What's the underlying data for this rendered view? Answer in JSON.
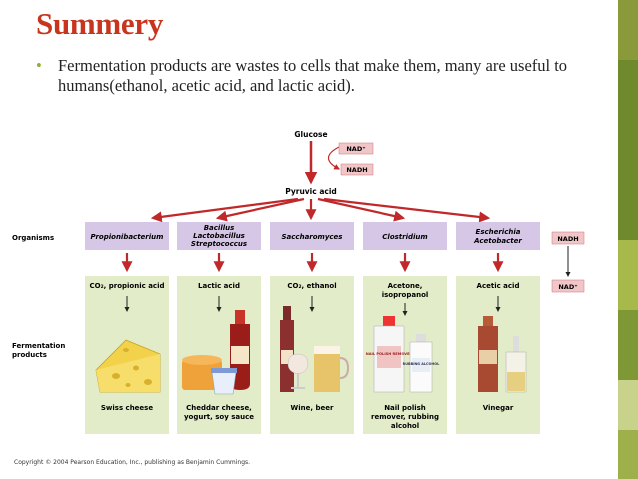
{
  "slide": {
    "title": "Summery",
    "bullet": "Fermentation products are wastes to cells that make them, many are useful to humans(ethanol, acetic acid, and lactic acid)."
  },
  "figure": {
    "glucose": "Glucose",
    "nad_plus": "NAD⁺",
    "nadh": "NADH",
    "pyruvic_acid": "Pyruvic acid",
    "row_organisms": "Organisms",
    "row_products": [
      "Fermentation",
      "products"
    ],
    "organisms": [
      [
        "Propionibacterium"
      ],
      [
        "Bacillus",
        "Lactobacillus",
        "Streptococcus"
      ],
      [
        "Saccharomyces"
      ],
      [
        "Clostridium"
      ],
      [
        "Escherichia",
        "Acetobacter"
      ]
    ],
    "chemicals": [
      [
        "CO₂, propionic acid"
      ],
      [
        "Lactic acid"
      ],
      [
        "CO₂, ethanol"
      ],
      [
        "Acetone,",
        "isopropanol"
      ],
      [
        "Acetic acid"
      ]
    ],
    "products": [
      [
        "Swiss cheese"
      ],
      [
        "Cheddar cheese,",
        "yogurt, soy sauce"
      ],
      [
        "Wine, beer"
      ],
      [
        "Nail polish",
        "remover, rubbing",
        "alcohol"
      ],
      [
        "Vinegar"
      ]
    ],
    "side_nadh": "NADH",
    "side_nad": "NAD⁺",
    "nail_label": "NAIL POLISH REMOVER",
    "rubbing_label": "RUBBING ALCOHOL",
    "copyright": "Copyright © 2004 Pearson Education, Inc., publishing as Benjamin Cummings."
  },
  "colors": {
    "title": "#c8341c",
    "bullet": "#8fae3c",
    "arrow": "#c0282a",
    "organism_box": "#d6c7e6",
    "product_panel": "#e3ecc8",
    "nad_box": "#f1c6c8"
  }
}
